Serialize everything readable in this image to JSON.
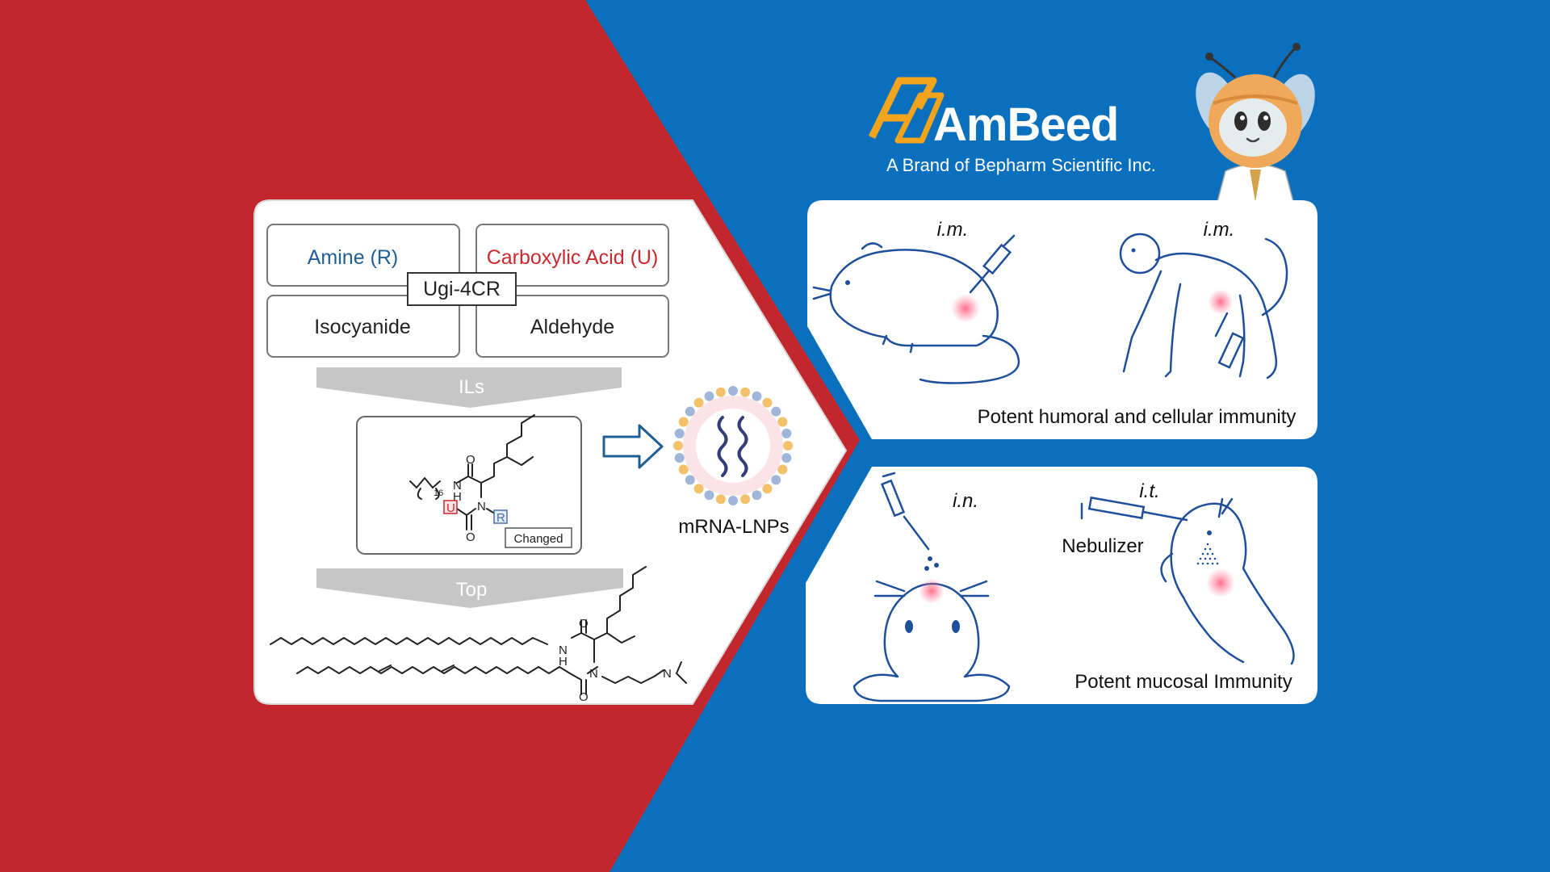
{
  "brand": {
    "name": "AmBeed",
    "tagline": "A Brand of Bepharm Scientific Inc.",
    "colors": {
      "red": "#c1272d",
      "blue": "#0a6fbd",
      "orange": "#f2a41d"
    },
    "mascot_icon": "bee-scientist-mascot"
  },
  "synthesis": {
    "reagents": {
      "amine": "Amine (R)",
      "carboxylic_acid": "Carboxylic Acid (U)",
      "isocyanide": "Isocyanide",
      "aldehyde": "Aldehyde"
    },
    "reaction": "Ugi-4CR",
    "step1_label": "ILs",
    "step2_label": "Top",
    "changed_label": "Changed",
    "structure_labels": {
      "n_sub": "16",
      "nh": "N",
      "h": "H",
      "n": "N",
      "o_top": "O",
      "o_bottom": "O",
      "u": "U",
      "r": "R"
    },
    "top_structure_labels": {
      "nh": "N",
      "h": "H",
      "n": "N",
      "n_dimethyl": "N",
      "o_top": "O",
      "o_bottom": "O"
    },
    "product": "mRNA-LNPs"
  },
  "immunity": {
    "panel1": {
      "route_mouse": "i.m.",
      "route_monkey": "i.m.",
      "caption": "Potent humoral and cellular immunity"
    },
    "panel2": {
      "route_nasal": "i.n.",
      "route_tracheal": "i.t.",
      "device": "Nebulizer",
      "caption": "Potent  mucosal Immunity"
    }
  }
}
